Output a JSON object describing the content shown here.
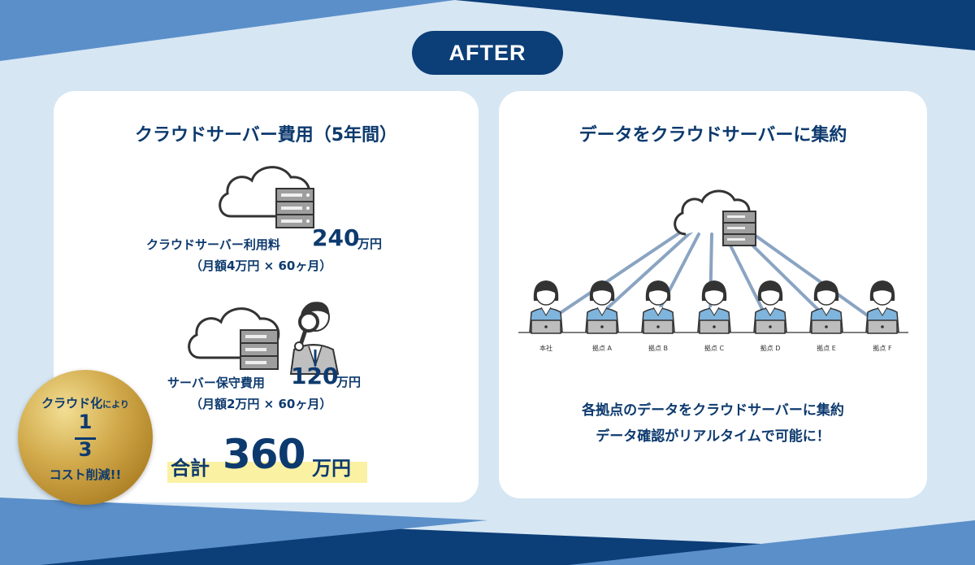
{
  "badge": "AFTER",
  "left": {
    "title": "クラウドサーバー費用（5年間）",
    "item1": {
      "label": "クラウドサーバー利用料",
      "amount": "240",
      "unit": "万円",
      "detail": "（月額4万円 × 60ヶ月）"
    },
    "item2": {
      "label": "サーバー保守費用",
      "amount": "120",
      "unit": "万円",
      "detail": "（月額2万円 × 60ヶ月）"
    },
    "total": {
      "label": "合計",
      "amount": "360",
      "unit": "万円"
    },
    "medal": {
      "line1": "クラウド化",
      "line1_small": "により",
      "numerator": "1",
      "denominator": "3",
      "line3": "コスト削減!!"
    }
  },
  "right": {
    "title": "データをクラウドサーバーに集約",
    "locations": [
      "本社",
      "拠点 A",
      "拠点 B",
      "拠点 C",
      "拠点 D",
      "拠点 E",
      "拠点 F"
    ],
    "desc_line1": "各拠点のデータをクラウドサーバーに集約",
    "desc_line2": "データ確認がリアルタイムで可能に！"
  },
  "colors": {
    "navy": "#0c3e78",
    "bg_light": "#d6e6f3",
    "accent_blue": "#5b8fc9",
    "highlight": "#fbf1a3",
    "link_line": "#8aa4c2"
  },
  "icons": [
    "cloud-icon",
    "server-icon",
    "businessman-magnifier-icon",
    "person-laptop-icon"
  ]
}
